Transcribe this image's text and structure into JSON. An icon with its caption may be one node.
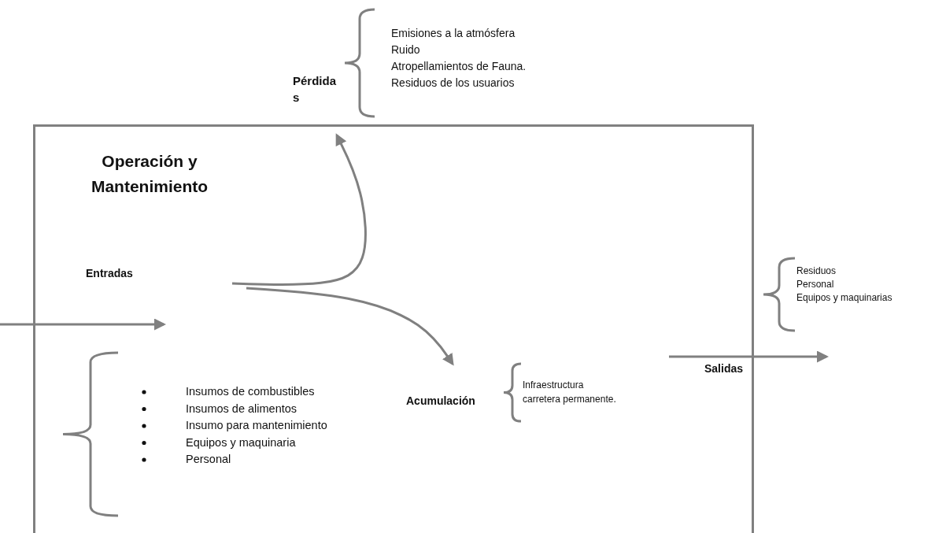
{
  "diagram": {
    "nodes": [
      {
        "text": [
          "Operación y Mantenimiento"
        ]
      },
      {
        "text": [
          "Entradas"
        ],
        "in": 0
      },
      {
        "text": [
          "Pérdida s"
        ]
      },
      {
        "text": [
          "Acumulación"
        ],
        "in": 0
      },
      {
        "text": [
          "Salidas"
        ],
        "in": 0
      }
    ],
    "edges": [
      {
        "from": null,
        "to": 1,
        "arrow": "to"
      },
      {
        "from": null,
        "to": 2,
        "arrow": "to"
      },
      {
        "from": null,
        "to": 3,
        "arrow": "to"
      },
      {
        "from": 4,
        "to": null,
        "arrow": "to"
      }
    ],
    "labels": [
      "Emisiones a la atmósfera",
      "Ruido",
      "Atropellamientos de Fauna.",
      "Residuos de los usuarios",
      "Residuos",
      "Personal",
      "Equipos y maquinarias",
      "Insumos de combustibles",
      "Insumos de alimentos",
      "Insumo para mantenimiento",
      "Equipos y maquinaria",
      "Personal",
      "Infraestructura carretera permanente."
    ]
  }
}
